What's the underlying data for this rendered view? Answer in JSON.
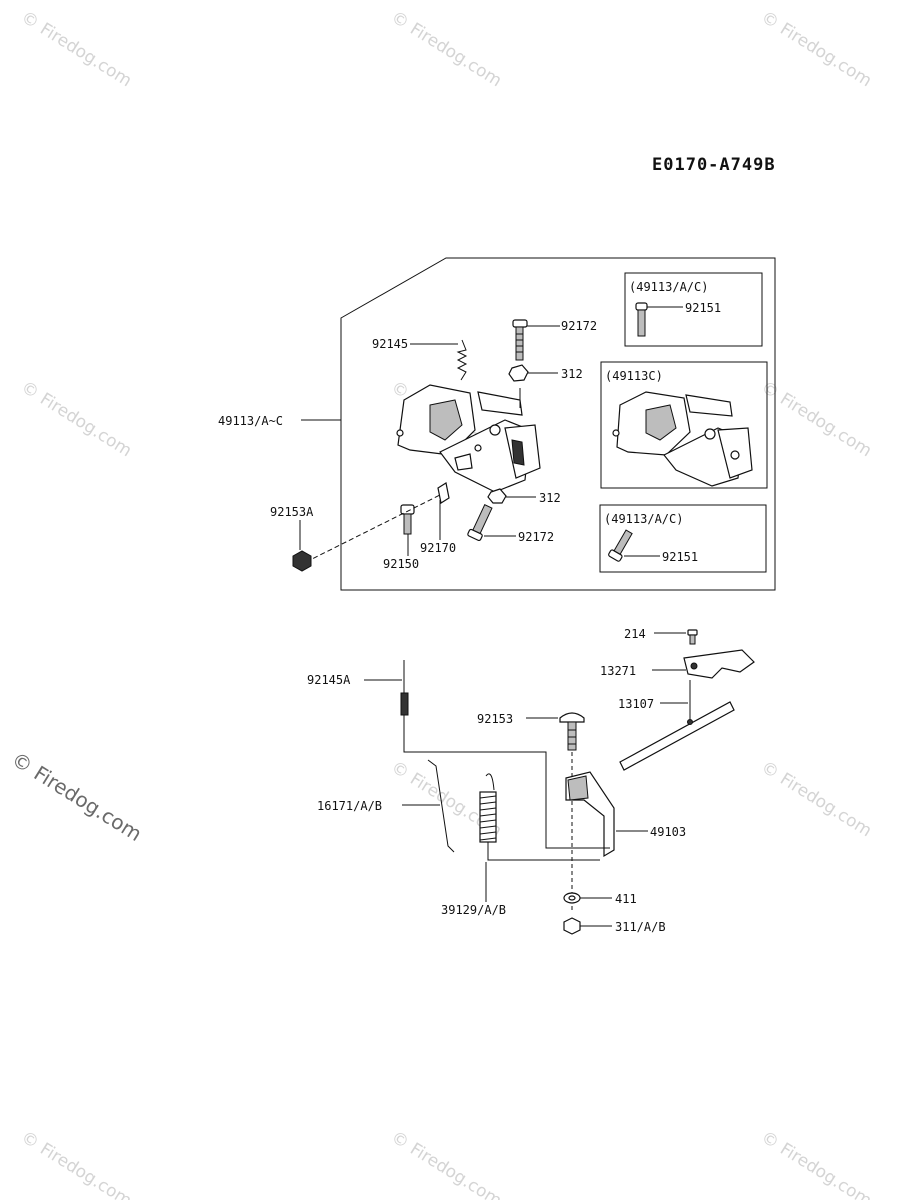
{
  "diagram_code": "E0170-A749B",
  "watermark": "© Firedog.com",
  "watermark_side": "© Firedog.com",
  "upper_group": {
    "labels": {
      "p92172_top": "92172",
      "p92145": "92145",
      "p312_top": "312",
      "p49113": "49113/A~C",
      "p312_bottom": "312",
      "p92153A": "92153A",
      "p92172_bottom": "92172",
      "p92170": "92170",
      "p92150": "92150"
    },
    "insets": {
      "inset1_title": "(49113/A/C)",
      "inset1_part": "92151",
      "inset2_title": "(49113C)",
      "inset3_title": "(49113/A/C)",
      "inset3_part": "92151"
    }
  },
  "lower_group": {
    "labels": {
      "p214": "214",
      "p13271": "13271",
      "p92145A": "92145A",
      "p92153": "92153",
      "p13107": "13107",
      "p16171": "16171/A/B",
      "p49103": "49103",
      "p411": "411",
      "p311": "311/A/B",
      "p39129": "39129/A/B"
    }
  }
}
